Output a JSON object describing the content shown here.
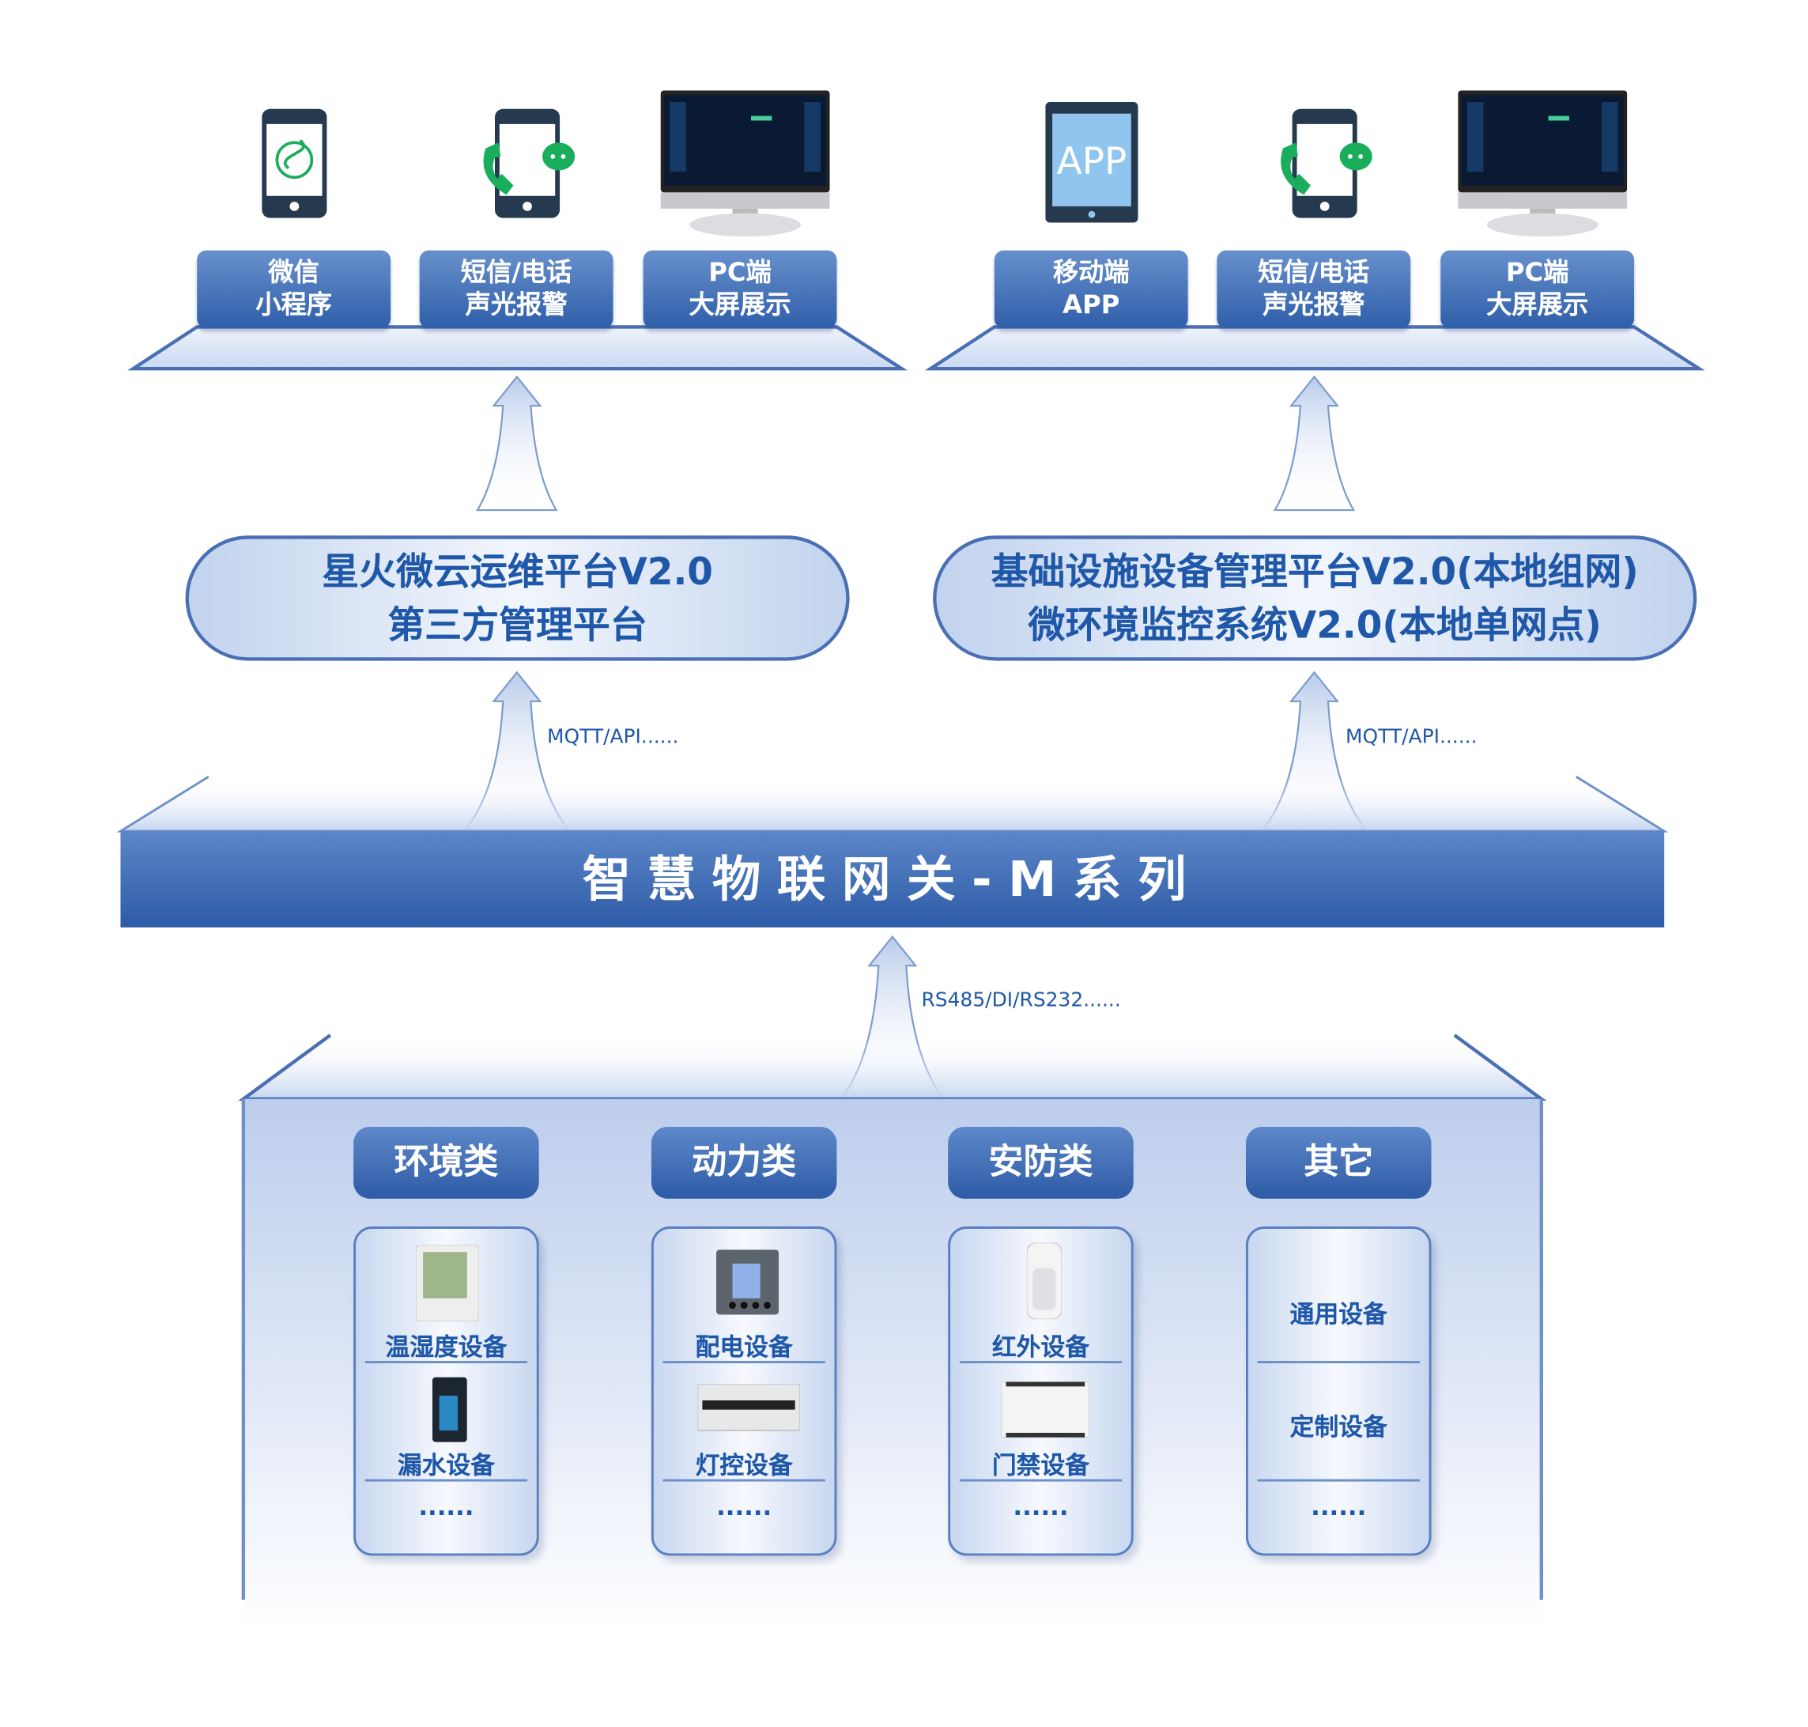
{
  "clients_left": [
    {
      "line1": "微信",
      "line2": "小程序",
      "icon": "wechat-mini-program-phone-icon"
    },
    {
      "line1": "短信/电话",
      "line2": "声光报警",
      "icon": "phone-call-message-icon"
    },
    {
      "line1": "PC端",
      "line2": "大屏展示",
      "icon": "monitor-dashboard-icon"
    }
  ],
  "clients_right": [
    {
      "line1": "移动端",
      "line2": "APP",
      "icon": "tablet-app-icon",
      "app_text": "APP"
    },
    {
      "line1": "短信/电话",
      "line2": "声光报警",
      "icon": "phone-call-message-icon"
    },
    {
      "line1": "PC端",
      "line2": "大屏展示",
      "icon": "monitor-dashboard-icon"
    }
  ],
  "platform_left": {
    "line1": "星火微云运维平台V2.0",
    "line2": "第三方管理平台"
  },
  "platform_right": {
    "line1": "基础设施设备管理平台V2.0(本地组网)",
    "line2": "微环境监控系统V2.0(本地单网点)"
  },
  "protocol_upper": "MQTT/API......",
  "gateway": "智慧物联网关-M系列",
  "protocol_lower": "RS485/DI/RS232......",
  "categories": [
    {
      "title": "环境类",
      "items": [
        "温湿度设备",
        "漏水设备"
      ],
      "more": "......"
    },
    {
      "title": "动力类",
      "items": [
        "配电设备",
        "灯控设备"
      ],
      "more": "......"
    },
    {
      "title": "安防类",
      "items": [
        "红外设备",
        "门禁设备"
      ],
      "more": "......"
    },
    {
      "title": "其它",
      "items": [
        "通用设备",
        "定制设备"
      ],
      "more": "......"
    }
  ],
  "colors": {
    "primary": "#2f5ea9",
    "text_blue": "#1f58a8",
    "light": "#c8d7f0"
  }
}
